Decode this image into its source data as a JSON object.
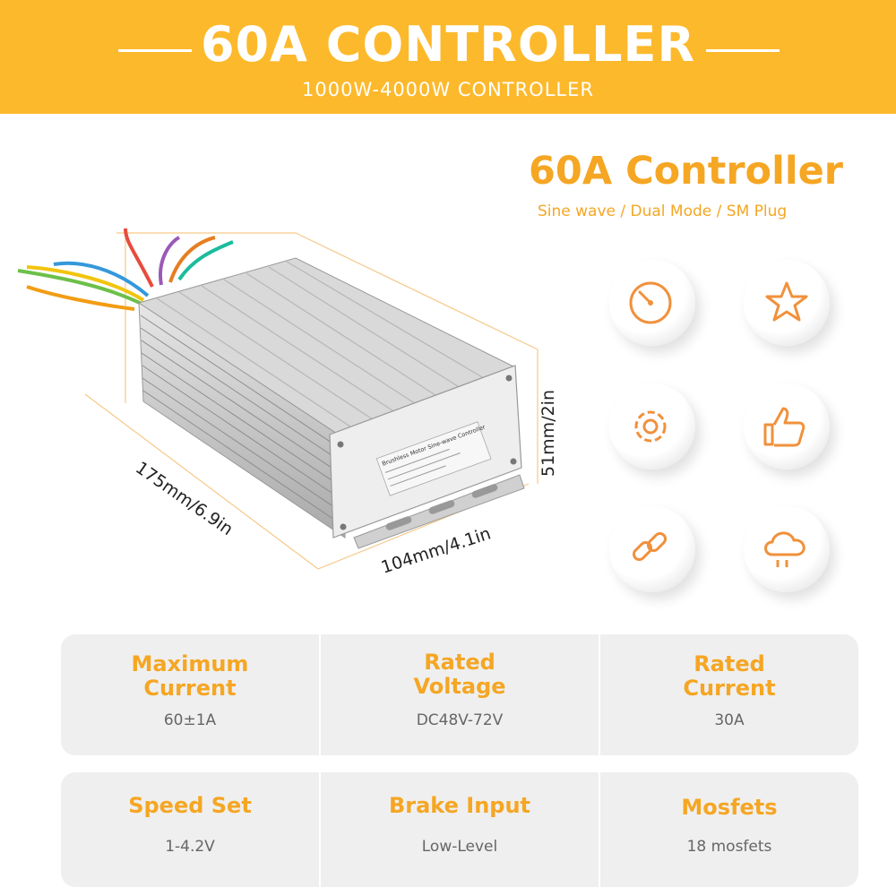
{
  "banner": {
    "title": "60A CONTROLLER",
    "subtitle": "1000W-4000W CONTROLLER"
  },
  "side": {
    "title": "60A Controller",
    "subtitle": "Sine wave  /  Dual Mode  /  SM Plug"
  },
  "product": {
    "label": "Brushless Motor Sine-wave Controller",
    "dims": {
      "length": "175mm/6.9in",
      "width": "104mm/4.1in",
      "height": "51mm/2in"
    }
  },
  "features": [
    "gauge-icon",
    "star-icon",
    "gear-icon",
    "thumbs-up-icon",
    "link-icon",
    "cloud-rain-icon"
  ],
  "specs_row1": [
    {
      "label": "Maximum Current",
      "value": "60±1A"
    },
    {
      "label": "Rated Voltage",
      "value": "DC48V-72V"
    },
    {
      "label": "Rated Current",
      "value": "30A"
    }
  ],
  "specs_row2": [
    {
      "label": "Speed Set",
      "value": "1-4.2V"
    },
    {
      "label": "Brake Input",
      "value": "Low-Level"
    },
    {
      "label": "Mosfets",
      "value": "18 mosfets"
    }
  ],
  "colors": {
    "accent": "#f5a623",
    "banner": "#fdb92c",
    "card": "#efefef"
  }
}
